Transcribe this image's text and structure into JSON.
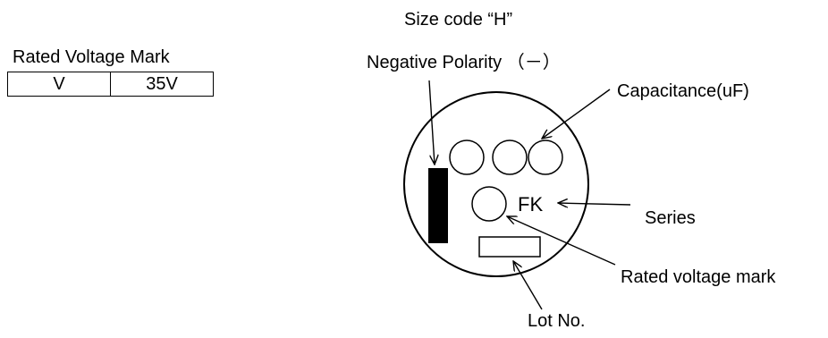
{
  "rated_voltage_table": {
    "title": "Rated Voltage Mark",
    "mark": "V",
    "voltage": "35V"
  },
  "diagram_labels": {
    "size_code": "Size code “H”",
    "negative_polarity": "Negative Polarity （－）",
    "capacitance": "Capacitance(uF)",
    "series_code": "FK",
    "series": "Series",
    "rated_voltage_mark": "Rated voltage mark",
    "lot_no": "Lot No."
  }
}
